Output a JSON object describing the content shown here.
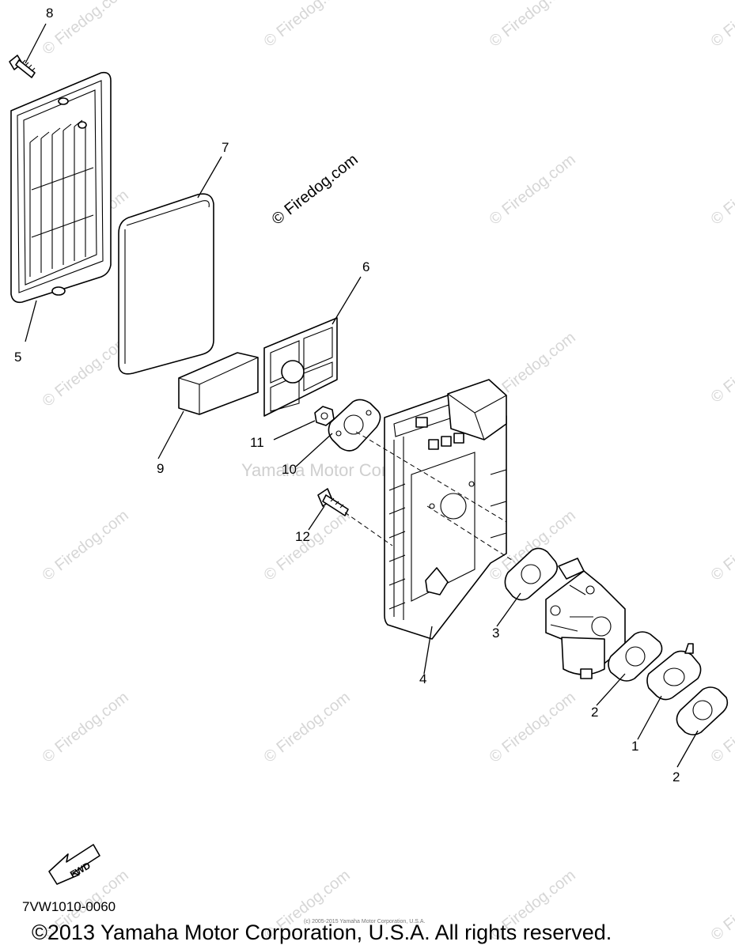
{
  "watermark": "© Firedog.com",
  "center_watermark": "Yamaha Motor Corp., U.S.A.",
  "callouts": {
    "c1": "1",
    "c2a": "2",
    "c2b": "2",
    "c3": "3",
    "c4": "4",
    "c5": "5",
    "c6": "6",
    "c7": "7",
    "c8": "8",
    "c9": "9",
    "c10": "10",
    "c11": "11",
    "c12": "12"
  },
  "fwd_label": "FWD",
  "diagram_code": "7VW1010-0060",
  "tiny_notice": "(c) 2005-2015 Yamaha Motor Corporation, U.S.A.",
  "copyright": "©2013 Yamaha Motor Corporation, U.S.A. All rights reserved."
}
